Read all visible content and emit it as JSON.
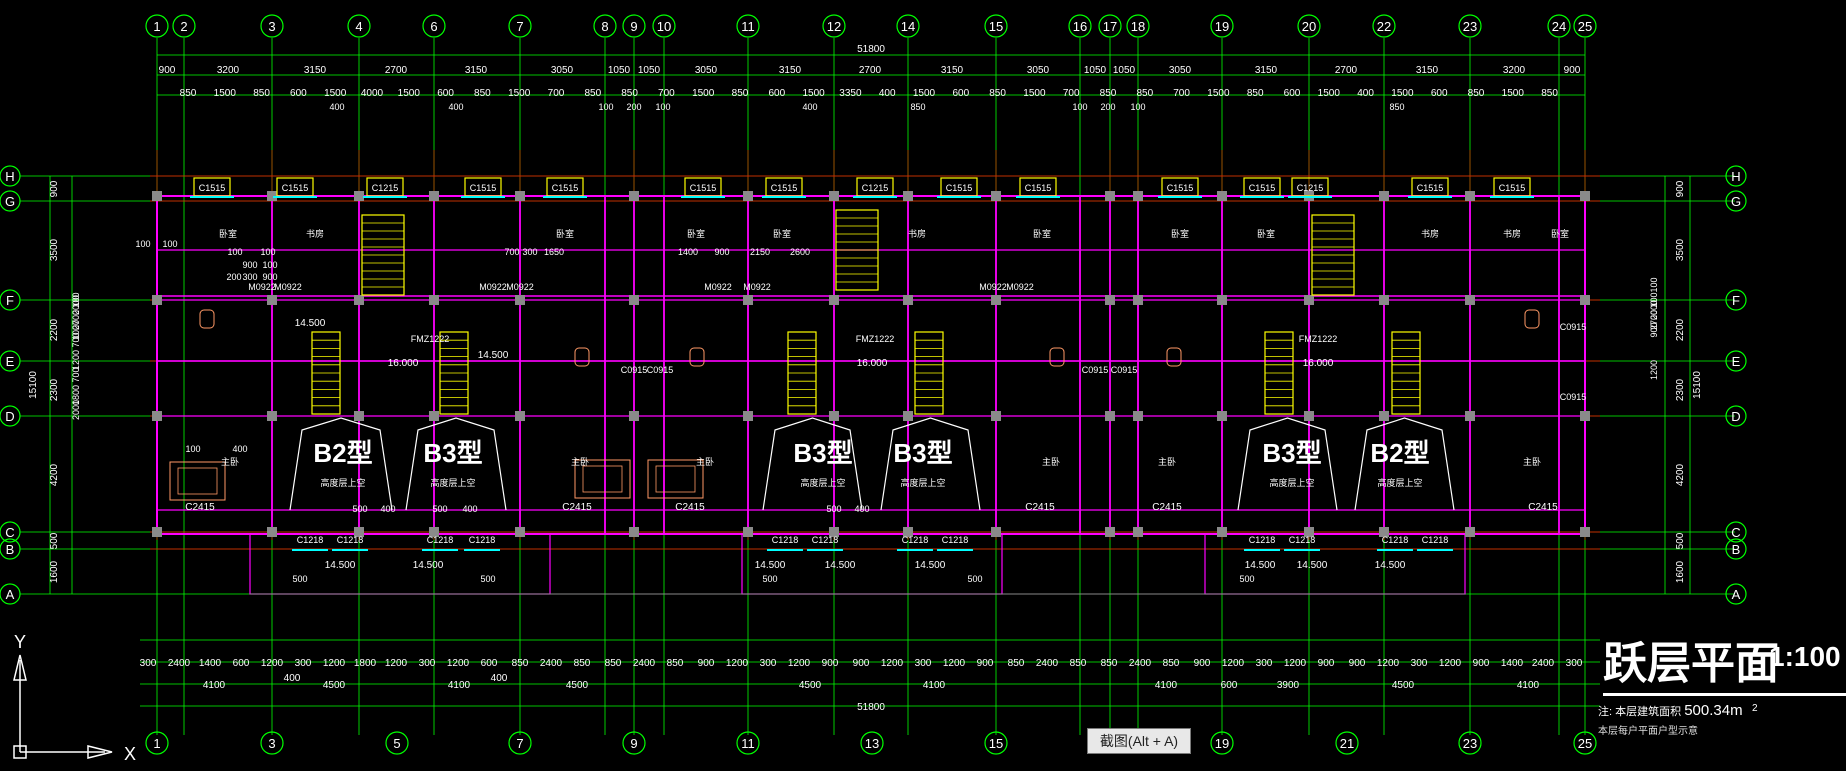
{
  "drawing": {
    "title": "跃层平面",
    "scale": "1:100",
    "area_note_prefix": "注: 本层建筑面积",
    "area_value": "500.34m",
    "area_exp": "2",
    "area_note_line2": "本层每户平面户型示意",
    "tooltip": "截图(Alt + A)",
    "ucs_y": "Y",
    "ucs_x": "X"
  },
  "colors": {
    "background": "#000000",
    "axis_green": "#00ff00",
    "dim_white": "#ffffff",
    "wall_magenta": "#ff00ff",
    "window_cyan": "#00ffff",
    "stair_yellow": "#ffff00",
    "furniture_orange": "#ff9966",
    "grid_red": "#ff0000",
    "bubble_green": "#00ff00"
  },
  "grid_top": [
    "1",
    "2",
    "3",
    "4",
    "6",
    "7",
    "8",
    "9",
    "10",
    "11",
    "12",
    "14",
    "15",
    "16",
    "17",
    "18",
    "19",
    "20",
    "22",
    "23",
    "24",
    "25"
  ],
  "grid_bottom": [
    "1",
    "3",
    "5",
    "7",
    "9",
    "11",
    "13",
    "15",
    "19",
    "21",
    "23",
    "25"
  ],
  "grid_side": [
    "H",
    "G",
    "F",
    "E",
    "D",
    "C",
    "B",
    "A"
  ],
  "overall_dim": "51800",
  "dims_row1": [
    "900",
    "3200",
    "3150",
    "2700",
    "3150",
    "3050",
    "1050",
    "1050",
    "3050",
    "3150",
    "2700",
    "3150",
    "3050",
    "1050",
    "1050",
    "3050",
    "3150",
    "2700",
    "3150",
    "3200",
    "900"
  ],
  "dims_row2": [
    "850",
    "1500",
    "850",
    "600",
    "1500",
    "4000",
    "1500",
    "600",
    "850",
    "1500",
    "700",
    "850",
    "850",
    "700",
    "1500",
    "850",
    "600",
    "1500",
    "3350",
    "400",
    "1500",
    "600",
    "850",
    "1500",
    "700",
    "850",
    "850",
    "700",
    "1500",
    "850",
    "600",
    "1500",
    "400",
    "1500",
    "600",
    "850",
    "1500",
    "850"
  ],
  "dims_row2_sub": [
    "400",
    "400",
    "100",
    "200",
    "100",
    "400",
    "850",
    "100",
    "200",
    "100",
    "850"
  ],
  "dims_bottom1": [
    "300",
    "2400",
    "1400",
    "600",
    "1200",
    "300",
    "1200",
    "1800",
    "1200",
    "300",
    "1200",
    "600",
    "850",
    "2400",
    "850",
    "850",
    "2400",
    "850",
    "900",
    "1200",
    "300",
    "1200",
    "900",
    "900",
    "1200",
    "300",
    "1200",
    "900",
    "850",
    "2400",
    "850",
    "850",
    "2400",
    "850",
    "900",
    "1200",
    "300",
    "1200",
    "900",
    "900",
    "1200",
    "300",
    "1200",
    "900",
    "1400",
    "2400",
    "300"
  ],
  "dims_bottom2": [
    "4100",
    "4500",
    "4100",
    "4500",
    "4500",
    "4100",
    "4100",
    "3900",
    "4500",
    "4100"
  ],
  "dims_bottom_sub": [
    "400",
    "400",
    "600"
  ],
  "left_dims": [
    "900",
    "3500",
    "2200",
    "2300",
    "4200",
    "500",
    "1600"
  ],
  "left_dims_inner": [
    "2000",
    "2700",
    "700",
    "1200",
    "700",
    "1800",
    "2000",
    "100",
    "1000"
  ],
  "left_total": "15100",
  "right_dims": [
    "900",
    "3500",
    "2200",
    "2300",
    "4200",
    "500",
    "1600"
  ],
  "right_dims_inner": [
    "100",
    "1200",
    "2000",
    "900",
    "2700",
    "100"
  ],
  "right_total": "15100",
  "window_labels": [
    "C1515",
    "C1515",
    "C1215",
    "C1515",
    "C1515",
    "C1515",
    "C1515",
    "C1215",
    "C1515",
    "C1515",
    "C1515",
    "C1515",
    "C1215",
    "C1515",
    "C1515"
  ],
  "unit_types": [
    "B2型",
    "B3型",
    "B3型",
    "B3型",
    "B3型",
    "B2型"
  ],
  "unit_sub": "高度层上空",
  "bottom_windows": [
    "C1218",
    "C1218",
    "C1218",
    "C1218",
    "C1218",
    "C1218",
    "C1218",
    "C1218",
    "C1218",
    "C1218",
    "C1218",
    "C1218"
  ],
  "c2415": [
    "C2415",
    "C2415",
    "C2415",
    "C2415",
    "C2415",
    "C2415"
  ],
  "doors": [
    "M0922",
    "M0922",
    "M0922",
    "M0922",
    "M0922",
    "M0922",
    "M0922",
    "M0922"
  ],
  "levels": [
    "14.500",
    "16.000",
    "14.500",
    "16.000",
    "16.000",
    "14.500",
    "14.500",
    "14.500",
    "14.500",
    "14.500",
    "14.500",
    "14.500",
    "14.500"
  ],
  "fm": [
    "FMZ1222",
    "FMZ1222",
    "FMZ1222"
  ],
  "misc_small": [
    "100",
    "100",
    "100",
    "100",
    "900",
    "100",
    "200",
    "300",
    "900",
    "700",
    "300",
    "1650",
    "1400",
    "900",
    "2150",
    "2600",
    "100",
    "400",
    "500",
    "400",
    "500",
    "400",
    "500",
    "400",
    "500",
    "500",
    "500",
    "500",
    "500"
  ],
  "room_labels": [
    "卧室",
    "书房",
    "卧室",
    "卧室",
    "卧室",
    "书房",
    "卧室",
    "卧室",
    "卧室",
    "书房",
    "书房",
    "卧室",
    "主卧",
    "主卧",
    "主卧",
    "主卧",
    "主卧",
    "主卧"
  ],
  "c0915": [
    "C0915",
    "C0915",
    "C0915",
    "C0915",
    "C0915",
    "C0915"
  ]
}
